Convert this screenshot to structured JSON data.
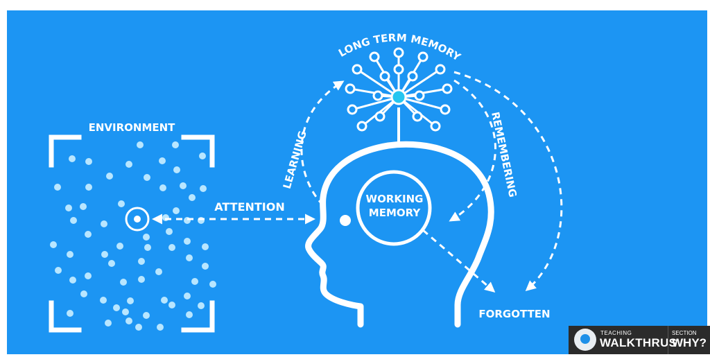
{
  "labels": {
    "environment": "ENVIRONMENT",
    "attention": "ATTENTION",
    "learning": "LEARNING",
    "remembering": "REMEMBERING",
    "long_term_memory": "LONG TERM MEMORY",
    "working_memory_line1": "WORKING",
    "working_memory_line2": "MEMORY",
    "forgotten": "FORGOTTEN"
  },
  "badge": {
    "small": "TEACHING",
    "big": "WALKTHRUS",
    "section_label": "SECTION",
    "section_value": "WHY?"
  },
  "colors": {
    "background": "#1c95f3",
    "stroke": "#ffffff",
    "dot": "#b8e6ff",
    "node_center": "#26c6f0"
  }
}
